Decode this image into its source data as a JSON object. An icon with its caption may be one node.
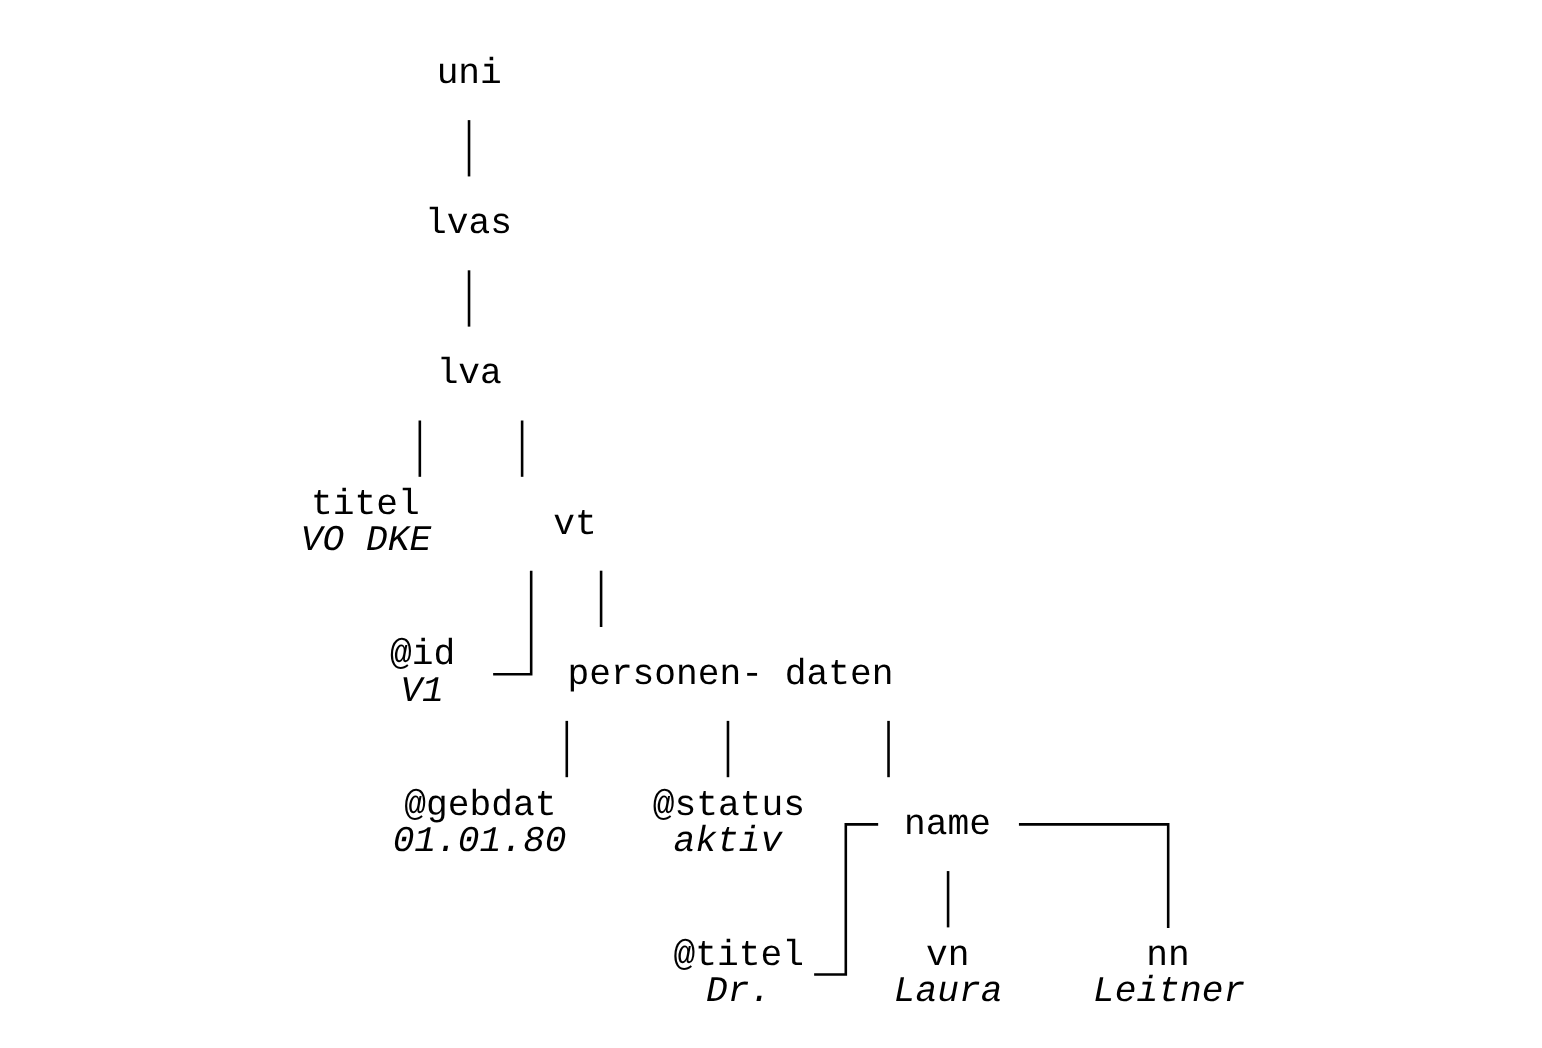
{
  "diagram": {
    "nodes": [
      {
        "text": [
          "uni"
        ]
      },
      {
        "text": [
          "lvas"
        ]
      },
      {
        "text": [
          "lva"
        ]
      },
      {
        "text": [
          "titel",
          "VO DKE"
        ]
      },
      {
        "text": [
          "vt"
        ]
      },
      {
        "text": [
          "@id",
          "V1"
        ]
      },
      {
        "text": [
          "personen- daten"
        ]
      },
      {
        "text": [
          "@gebdat",
          "01.01.80"
        ]
      },
      {
        "text": [
          "@status",
          "aktiv"
        ]
      },
      {
        "text": [
          "name"
        ]
      },
      {
        "text": [
          "@titel",
          "Dr."
        ]
      },
      {
        "text": [
          "vn",
          "Laura"
        ]
      },
      {
        "text": [
          "nn",
          "Leitner"
        ]
      }
    ],
    "edges": [
      {
        "from": 0,
        "to": 1,
        "arrow": "none"
      },
      {
        "from": 1,
        "to": 2,
        "arrow": "none"
      },
      {
        "from": 2,
        "to": 3,
        "arrow": "none"
      },
      {
        "from": 2,
        "to": 4,
        "arrow": "none"
      },
      {
        "from": 4,
        "to": 5,
        "arrow": "none"
      },
      {
        "from": 4,
        "to": 6,
        "arrow": "none"
      },
      {
        "from": 6,
        "to": 7,
        "arrow": "none"
      },
      {
        "from": 6,
        "to": 8,
        "arrow": "none"
      },
      {
        "from": 6,
        "to": 9,
        "arrow": "none"
      },
      {
        "from": 9,
        "to": 10,
        "arrow": "none"
      },
      {
        "from": 9,
        "to": 11,
        "arrow": "none"
      },
      {
        "from": 9,
        "to": 12,
        "arrow": "none"
      }
    ]
  }
}
